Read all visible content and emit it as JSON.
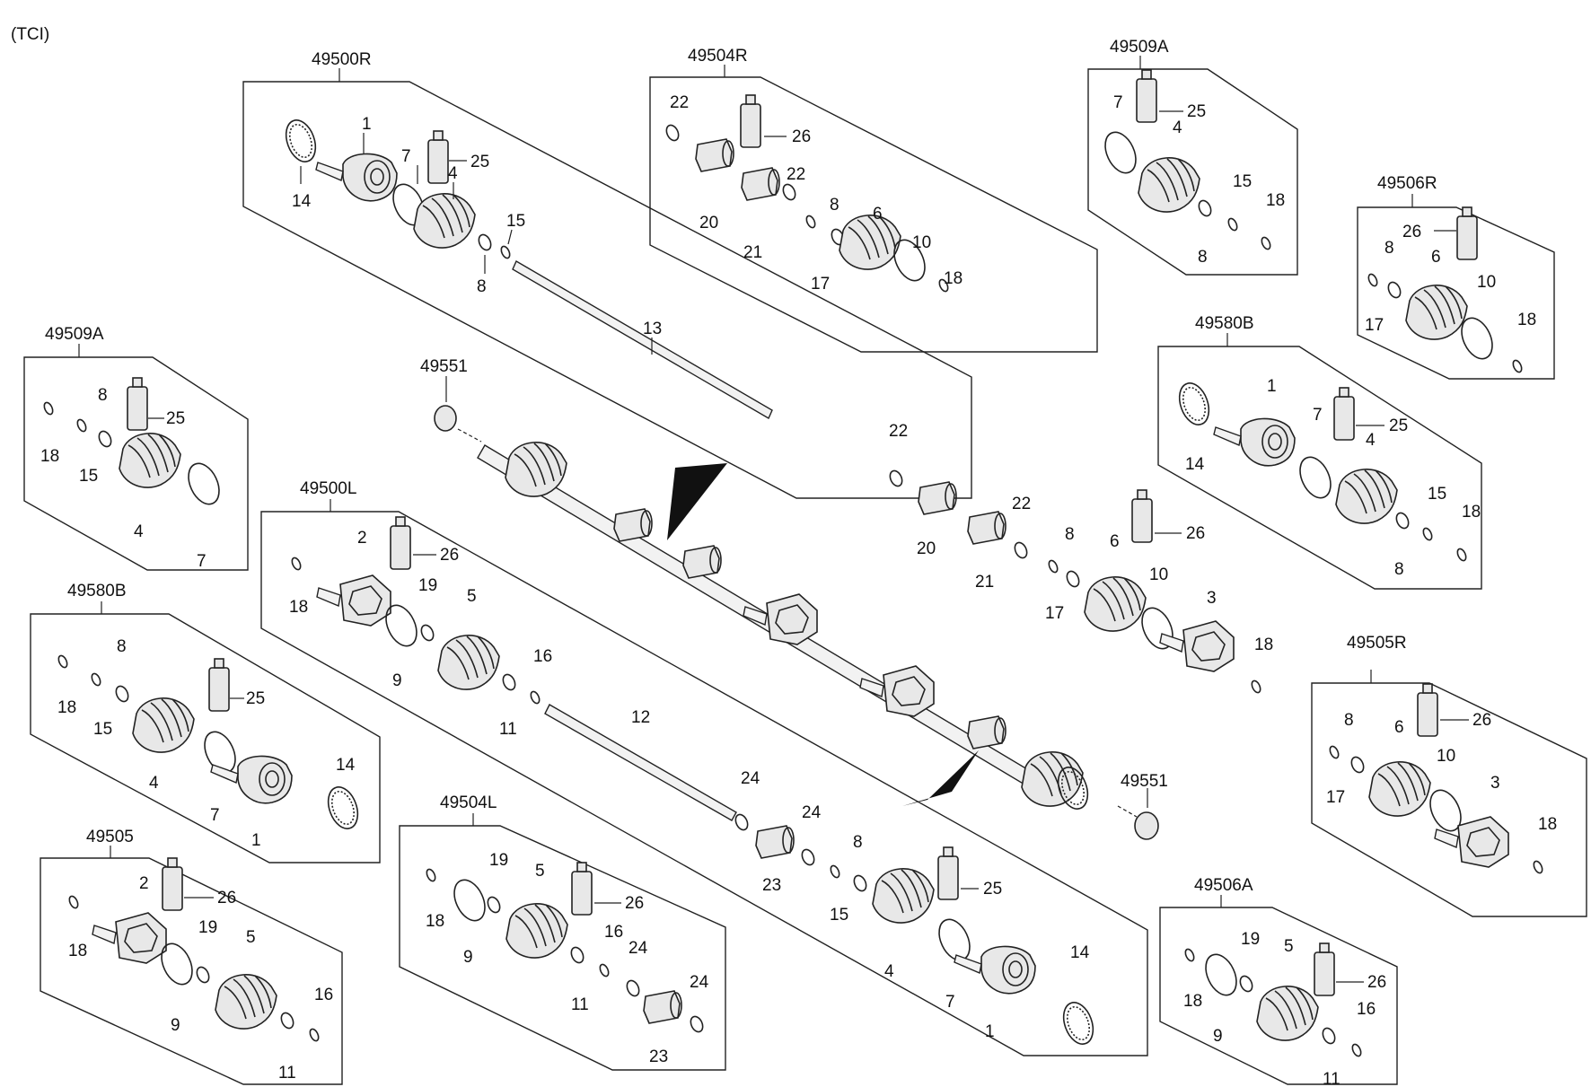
{
  "header": {
    "variant": "(TCI)"
  },
  "groups": [
    {
      "code": "49500R",
      "parts": [
        {
          "num": "1"
        },
        {
          "num": "14"
        },
        {
          "num": "7"
        },
        {
          "num": "25"
        },
        {
          "num": "4"
        },
        {
          "num": "15"
        },
        {
          "num": "8"
        },
        {
          "num": "13"
        }
      ]
    },
    {
      "code": "49504R",
      "parts": [
        {
          "num": "22"
        },
        {
          "num": "26"
        },
        {
          "num": "20"
        },
        {
          "num": "22"
        },
        {
          "num": "21"
        },
        {
          "num": "8"
        },
        {
          "num": "6"
        },
        {
          "num": "10"
        },
        {
          "num": "17"
        },
        {
          "num": "18"
        }
      ]
    },
    {
      "code": "49509A",
      "parts": [
        {
          "num": "7"
        },
        {
          "num": "25"
        },
        {
          "num": "4"
        },
        {
          "num": "15"
        },
        {
          "num": "18"
        },
        {
          "num": "8"
        }
      ]
    },
    {
      "code": "49506R",
      "parts": [
        {
          "num": "26"
        },
        {
          "num": "8"
        },
        {
          "num": "6"
        },
        {
          "num": "10"
        },
        {
          "num": "17"
        },
        {
          "num": "18"
        }
      ]
    },
    {
      "code": "49580B",
      "parts": [
        {
          "num": "1"
        },
        {
          "num": "7"
        },
        {
          "num": "25"
        },
        {
          "num": "4"
        },
        {
          "num": "14"
        },
        {
          "num": "15"
        },
        {
          "num": "18"
        },
        {
          "num": "8"
        }
      ]
    },
    {
      "code": "49509A",
      "parts": [
        {
          "num": "8"
        },
        {
          "num": "25"
        },
        {
          "num": "18"
        },
        {
          "num": "15"
        },
        {
          "num": "4"
        },
        {
          "num": "7"
        }
      ]
    },
    {
      "code": "49500L",
      "parts": [
        {
          "num": "2"
        },
        {
          "num": "26"
        },
        {
          "num": "18"
        },
        {
          "num": "19"
        },
        {
          "num": "5"
        },
        {
          "num": "9"
        },
        {
          "num": "16"
        },
        {
          "num": "11"
        },
        {
          "num": "12"
        }
      ]
    },
    {
      "code": "49580B",
      "parts": [
        {
          "num": "8"
        },
        {
          "num": "18"
        },
        {
          "num": "15"
        },
        {
          "num": "25"
        },
        {
          "num": "14"
        },
        {
          "num": "4"
        },
        {
          "num": "7"
        },
        {
          "num": "1"
        }
      ]
    },
    {
      "code": "49505",
      "parts": [
        {
          "num": "2"
        },
        {
          "num": "26"
        },
        {
          "num": "18"
        },
        {
          "num": "19"
        },
        {
          "num": "5"
        },
        {
          "num": "9"
        },
        {
          "num": "16"
        },
        {
          "num": "11"
        }
      ]
    },
    {
      "code": "49504L",
      "parts": [
        {
          "num": "19"
        },
        {
          "num": "5"
        },
        {
          "num": "26"
        },
        {
          "num": "18"
        },
        {
          "num": "9"
        },
        {
          "num": "16"
        },
        {
          "num": "11"
        },
        {
          "num": "24"
        },
        {
          "num": "24"
        },
        {
          "num": "23"
        }
      ]
    },
    {
      "code": "49505R",
      "parts": [
        {
          "num": "8"
        },
        {
          "num": "6"
        },
        {
          "num": "26"
        },
        {
          "num": "10"
        },
        {
          "num": "3"
        },
        {
          "num": "17"
        },
        {
          "num": "18"
        }
      ]
    },
    {
      "code": "49506A",
      "parts": [
        {
          "num": "19"
        },
        {
          "num": "5"
        },
        {
          "num": "26"
        },
        {
          "num": "18"
        },
        {
          "num": "9"
        },
        {
          "num": "16"
        },
        {
          "num": "11"
        }
      ]
    }
  ],
  "center": {
    "shaft_code": "49551",
    "bottom_code": "49551",
    "labels": [
      {
        "num": "22"
      },
      {
        "num": "20"
      },
      {
        "num": "22"
      },
      {
        "num": "21"
      },
      {
        "num": "8"
      },
      {
        "num": "6"
      },
      {
        "num": "26"
      },
      {
        "num": "17"
      },
      {
        "num": "10"
      },
      {
        "num": "3"
      },
      {
        "num": "18"
      },
      {
        "num": "24"
      },
      {
        "num": "24"
      },
      {
        "num": "23"
      },
      {
        "num": "8"
      },
      {
        "num": "15"
      },
      {
        "num": "25"
      },
      {
        "num": "4"
      },
      {
        "num": "7"
      },
      {
        "num": "14"
      },
      {
        "num": "1"
      }
    ]
  }
}
